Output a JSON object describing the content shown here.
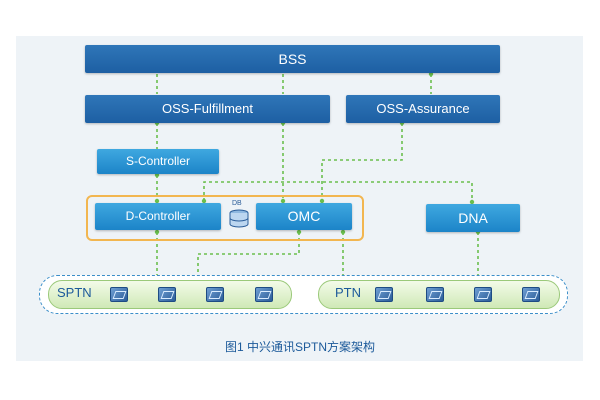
{
  "diagram": {
    "bss": "BSS",
    "oss_fulfillment": "OSS-Fulfillment",
    "oss_assurance": "OSS-Assurance",
    "s_controller": "S-Controller",
    "d_controller": "D-Controller",
    "db_label": "DB",
    "omc": "OMC",
    "dna": "DNA",
    "sptn": "SPTN",
    "ptn": "PTN",
    "caption": "图1  中兴通讯SPTN方案架构"
  },
  "colors": {
    "box_dark": "#1d5fa3",
    "box_light": "#1c84c8",
    "link": "#6bbf4e",
    "group_border": "#f2b650",
    "band_border": "#3b8ec9"
  }
}
